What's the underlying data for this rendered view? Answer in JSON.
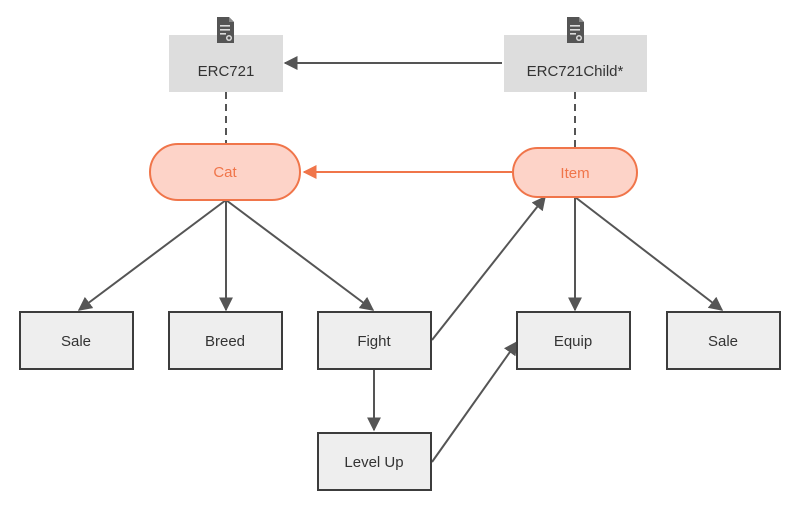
{
  "diagram": {
    "contracts": {
      "erc721": {
        "label": "ERC721",
        "icon": "contract-certificate-icon"
      },
      "erc721child": {
        "label": "ERC721Child*",
        "icon": "contract-certificate-icon"
      }
    },
    "entities": {
      "cat": {
        "label": "Cat"
      },
      "item": {
        "label": "Item"
      }
    },
    "actions": {
      "cat_sale": {
        "label": "Sale"
      },
      "breed": {
        "label": "Breed"
      },
      "fight": {
        "label": "Fight"
      },
      "equip": {
        "label": "Equip"
      },
      "item_sale": {
        "label": "Sale"
      },
      "level_up": {
        "label": "Level Up"
      }
    },
    "colors": {
      "node_fill": "#eeeeee",
      "node_stroke": "#3c3c3c",
      "contract_fill": "#dddddd",
      "accent_fill": "#fdd3c8",
      "accent_stroke": "#f0754a",
      "accent_text": "#f0754a",
      "line": "#555555",
      "text": "#333333",
      "icon": "#555555"
    }
  }
}
